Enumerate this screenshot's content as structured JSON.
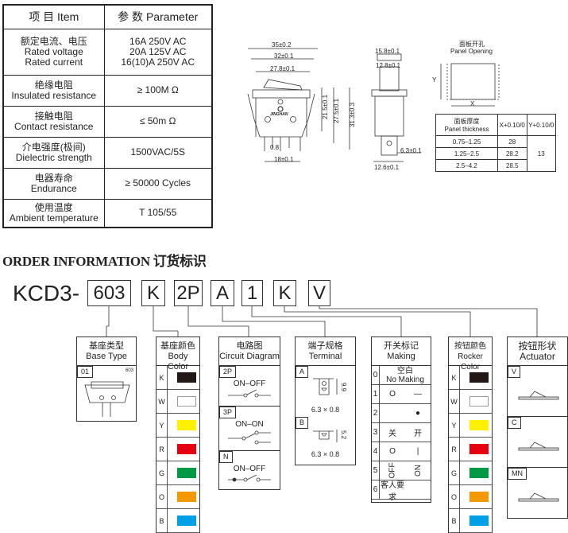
{
  "spec_table": {
    "header": {
      "item": "项 目  Item",
      "parameter": "参 数  Parameter"
    },
    "rows": [
      {
        "item": [
          "额定电流、电压",
          "Rated voltage",
          "Rated current"
        ],
        "value": [
          "16A 250V AC",
          "20A 125V AC",
          "16(10)A 250V AC"
        ]
      },
      {
        "item": [
          "绝缘电阻",
          "Insulated resistance"
        ],
        "value": [
          "≥ 100M Ω"
        ]
      },
      {
        "item": [
          "接触电阻",
          "Contact resistance"
        ],
        "value": [
          "≤ 50m Ω"
        ]
      },
      {
        "item": [
          "介电强度(极间)",
          "Dielectric strength"
        ],
        "value": [
          "1500VAC/5S"
        ]
      },
      {
        "item": [
          "电器寿命",
          "Endurance"
        ],
        "value": [
          "≥ 50000 Cycles"
        ]
      },
      {
        "item": [
          "使用温度",
          "Ambient temperature"
        ],
        "value": [
          "T 105/55"
        ]
      }
    ]
  },
  "drawing": {
    "dims": [
      "35±0.2",
      "32±0.1",
      "27.8±0.1",
      "21.5±0.1",
      "27.5±0.1",
      "31.3±0.3",
      "0.8",
      "18±0.1",
      "15.8±0.1",
      "12.8±0.1",
      "6.3±0.1",
      "12.6±0.1"
    ],
    "brand": "JINGHAN",
    "panel_opening": {
      "cn": "面板开孔",
      "en": "Panel Opening",
      "x": "X",
      "y": "Y"
    },
    "thickness_table": {
      "h_cn": "面板厚度",
      "h_en": "Panel thickness",
      "x_h": "X+0.10/0",
      "y_h": "Y+0.10/0",
      "rows": [
        [
          "0.75–1.25",
          "28"
        ],
        [
          "1.25–2.5",
          "28.2"
        ],
        [
          "2.5–4.2",
          "28.5"
        ]
      ],
      "y_val": "13"
    }
  },
  "order": {
    "title": "ORDER INFORMATION 订货标识",
    "prefix": "KCD3-",
    "codes": [
      "603",
      "K",
      "2P",
      "A",
      "1",
      "K",
      "V"
    ],
    "base": {
      "cn": "基座类型",
      "en": "Base Type",
      "tag": "01",
      "model": "603"
    },
    "body": {
      "cn": "基座颜色",
      "en": "Body Color"
    },
    "colors": [
      {
        "k": "K",
        "c": "#231815"
      },
      {
        "k": "W",
        "c": "#ffffff"
      },
      {
        "k": "Y",
        "c": "#fff100"
      },
      {
        "k": "R",
        "c": "#e60012"
      },
      {
        "k": "G",
        "c": "#009944"
      },
      {
        "k": "O",
        "c": "#f39800"
      },
      {
        "k": "B",
        "c": "#00a0e9"
      }
    ],
    "circuit": {
      "cn": "电路图",
      "en": "Circuit Diagram",
      "items": [
        {
          "tag": "2P",
          "label": "ON–OFF"
        },
        {
          "tag": "3P",
          "label": "ON–ON"
        },
        {
          "tag": "N",
          "label": "ON–OFF"
        }
      ]
    },
    "terminal": {
      "cn": "端子规格",
      "en": "Terminal",
      "items": [
        {
          "tag": "A",
          "h": "9.9",
          "size": "6.3 × 0.8"
        },
        {
          "tag": "B",
          "h": "5.2",
          "size": "6.3 × 0.8"
        }
      ]
    },
    "making": {
      "cn": "开关标记",
      "en": "Making",
      "rows": [
        {
          "k": "0",
          "a": "空白",
          "b": "No Making"
        },
        {
          "k": "1",
          "a": "O",
          "b": "—"
        },
        {
          "k": "2",
          "a": "",
          "b": "●"
        },
        {
          "k": "3",
          "a": "关",
          "b": "开"
        },
        {
          "k": "4",
          "a": "O",
          "b": "|"
        },
        {
          "k": "5",
          "a": "OFF",
          "b": "ON"
        },
        {
          "k": "6",
          "a": "客人要求",
          "b": ""
        }
      ]
    },
    "rocker": {
      "cn": "按钮颜色",
      "en": "Rocker Color"
    },
    "actuator": {
      "cn": "按钮形状",
      "en": "Actuator",
      "items": [
        "V",
        "C",
        "MN"
      ]
    }
  }
}
